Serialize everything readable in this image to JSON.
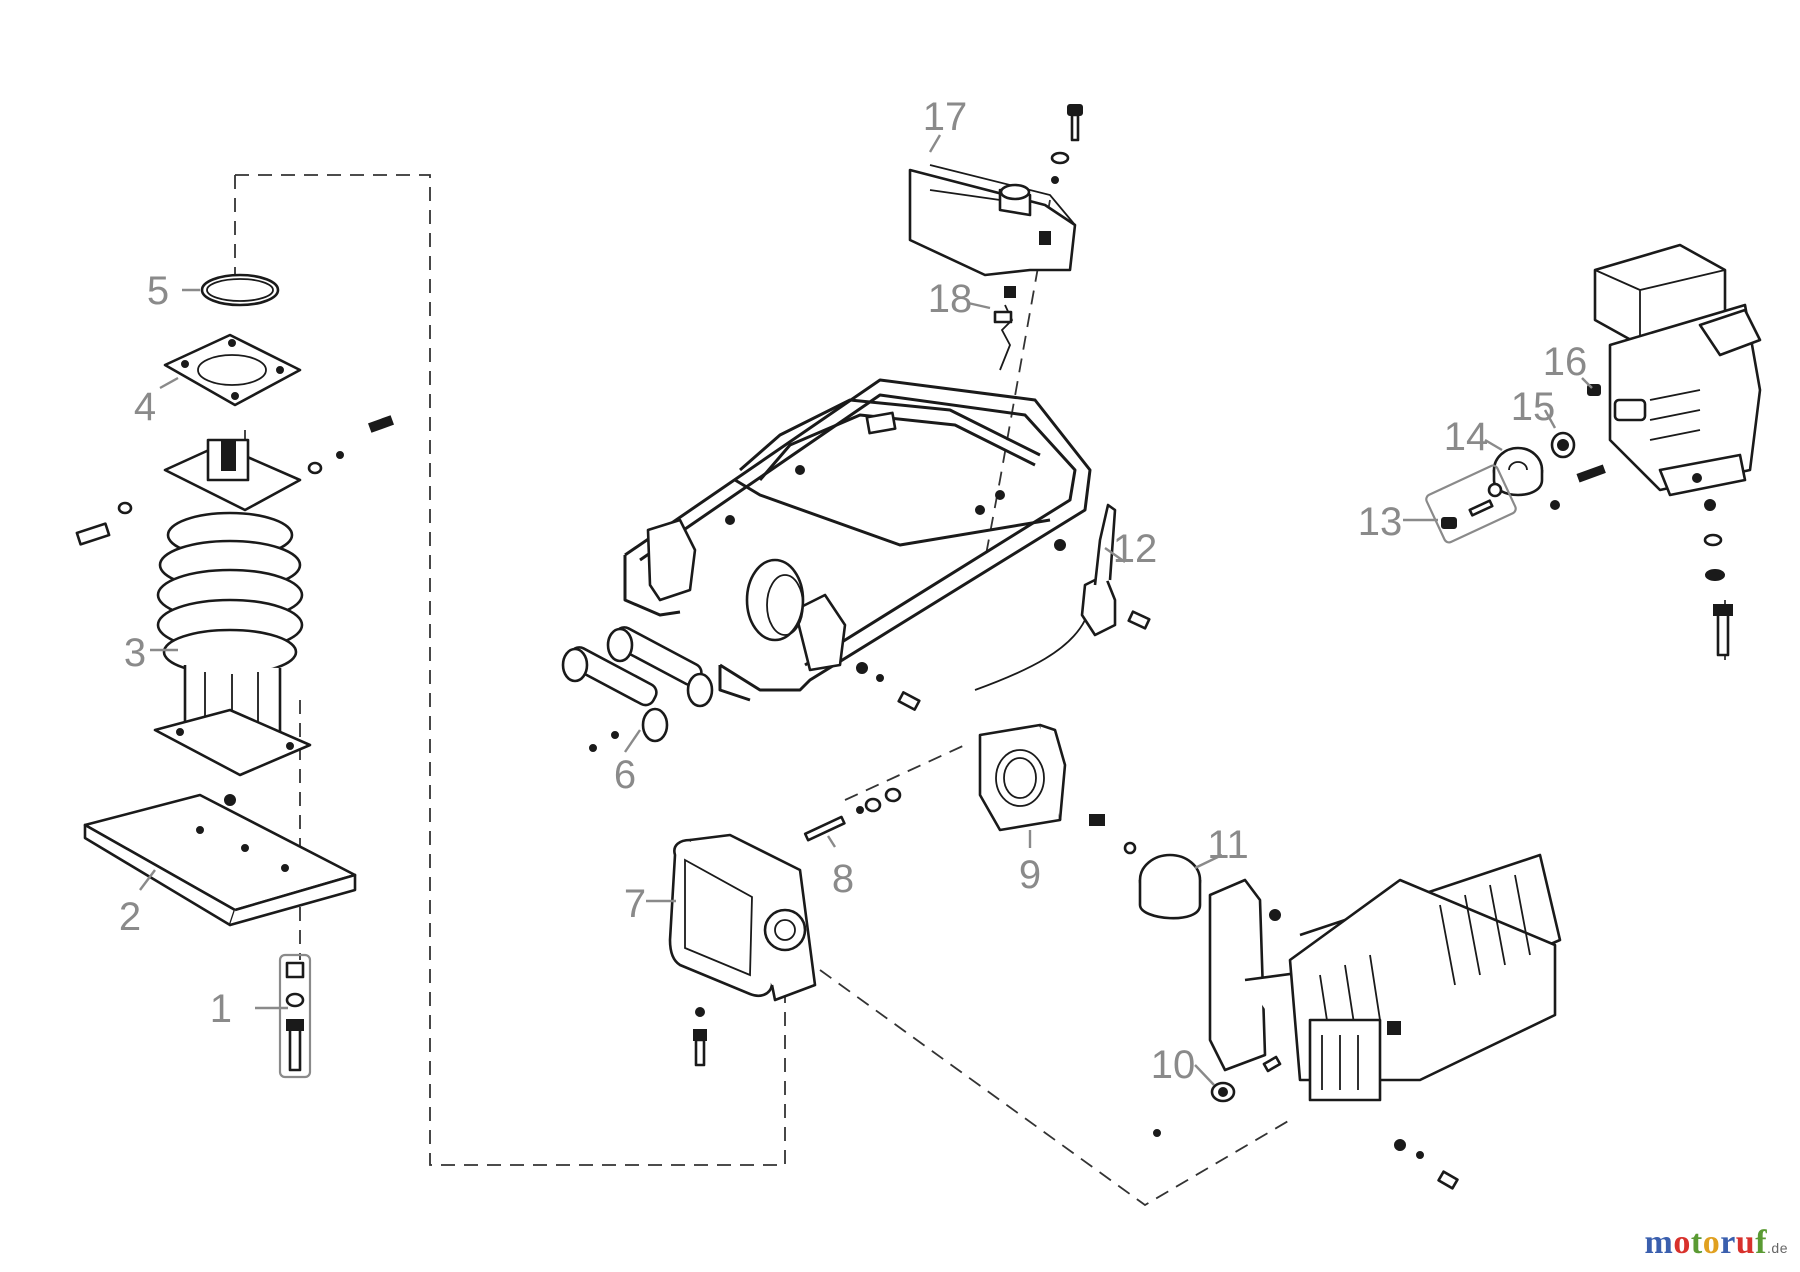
{
  "diagram": {
    "part_labels": [
      {
        "id": "1",
        "text": "1"
      },
      {
        "id": "2",
        "text": "2"
      },
      {
        "id": "3",
        "text": "3"
      },
      {
        "id": "4",
        "text": "4"
      },
      {
        "id": "5",
        "text": "5"
      },
      {
        "id": "6",
        "text": "6"
      },
      {
        "id": "7",
        "text": "7"
      },
      {
        "id": "8",
        "text": "8"
      },
      {
        "id": "9",
        "text": "9"
      },
      {
        "id": "10",
        "text": "10"
      },
      {
        "id": "11",
        "text": "11"
      },
      {
        "id": "12",
        "text": "12"
      },
      {
        "id": "13",
        "text": "13"
      },
      {
        "id": "14",
        "text": "14"
      },
      {
        "id": "15",
        "text": "15"
      },
      {
        "id": "16",
        "text": "16"
      },
      {
        "id": "17",
        "text": "17"
      },
      {
        "id": "18",
        "text": "18"
      }
    ]
  },
  "watermark": {
    "text": "motoruf",
    "suffix": ".de",
    "colors": [
      "#3a5fae",
      "#d8312c",
      "#5a9a33",
      "#e0a020",
      "#3a5fae",
      "#d8312c",
      "#5a9a33"
    ]
  }
}
